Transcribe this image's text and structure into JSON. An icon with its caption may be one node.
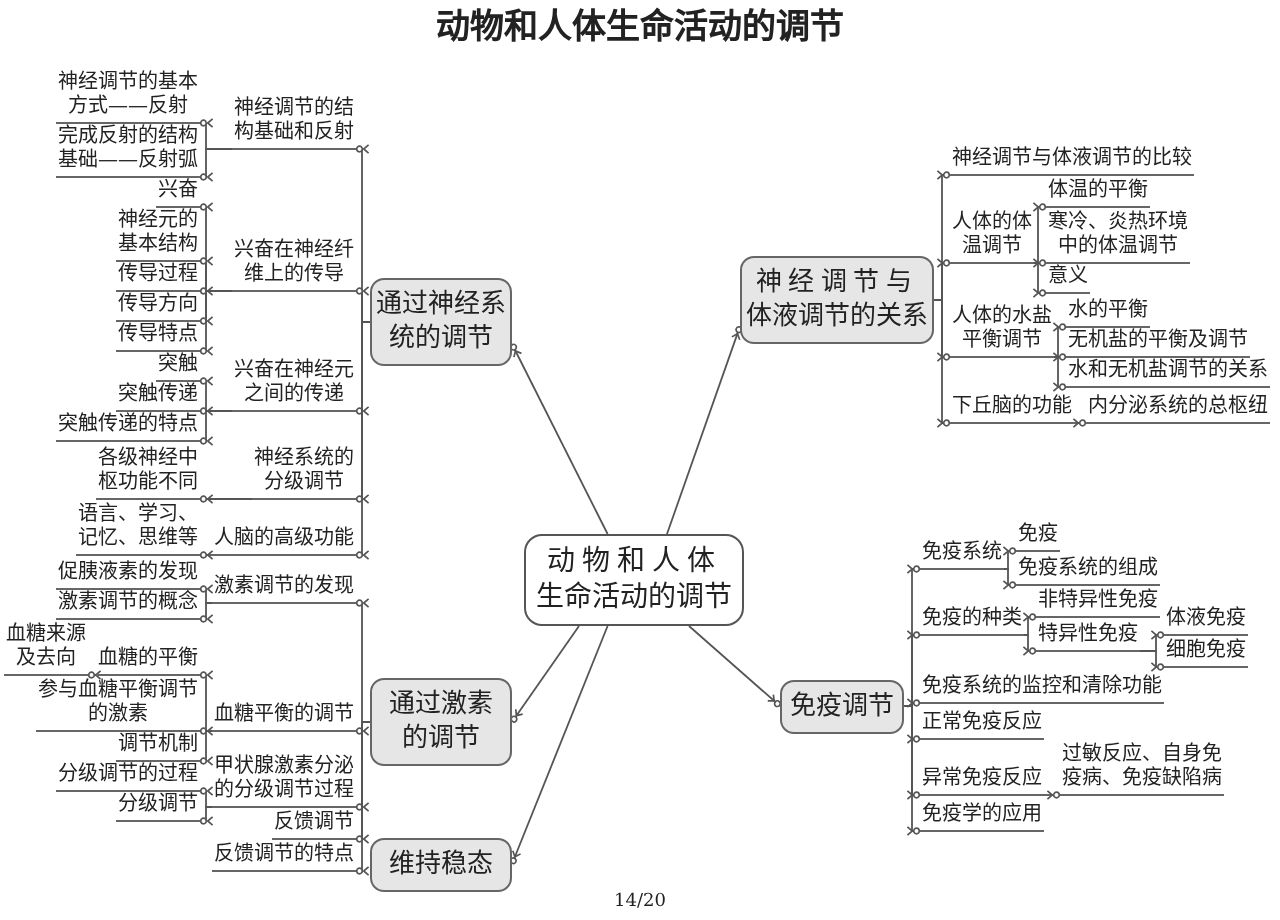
{
  "diagram": {
    "title": "动物和人体生命活动的调节",
    "nodes": [
      {
        "text": [
          "动物和人体生命活动的调节"
        ]
      },
      {
        "text": [
          "通过神经系统的调节"
        ]
      },
      {
        "text": [
          "神经调节的结构基础和反射"
        ]
      },
      {
        "text": [
          "神经调节的基本方式——反射"
        ]
      },
      {
        "text": [
          "完成反射的结构基础——反射弧"
        ]
      },
      {
        "text": [
          "兴奋在神经纤维上的传导"
        ]
      },
      {
        "text": [
          "兴奋"
        ]
      },
      {
        "text": [
          "神经元的基本结构"
        ]
      },
      {
        "text": [
          "传导过程"
        ]
      },
      {
        "text": [
          "传导方向"
        ]
      },
      {
        "text": [
          "传导特点"
        ]
      },
      {
        "text": [
          "兴奋在神经元之间的传递"
        ]
      },
      {
        "text": [
          "突触"
        ]
      },
      {
        "text": [
          "突触传递"
        ]
      },
      {
        "text": [
          "突触传递的特点"
        ]
      },
      {
        "text": [
          "神经系统的分级调节"
        ]
      },
      {
        "text": [
          "各级神经中枢功能不同"
        ]
      },
      {
        "text": [
          "人脑的高级功能"
        ]
      },
      {
        "text": [
          "语言、学习、记忆、思维等"
        ]
      },
      {
        "text": [
          "神经调节与体液调节的关系"
        ]
      },
      {
        "text": [
          "神经调节与体液调节的比较"
        ]
      },
      {
        "text": [
          "人体的体温调节"
        ]
      },
      {
        "text": [
          "体温的平衡"
        ]
      },
      {
        "text": [
          "寒冷、炎热环境中的体温调节"
        ]
      },
      {
        "text": [
          "意义"
        ]
      },
      {
        "text": [
          "人体的水盐平衡调节"
        ]
      },
      {
        "text": [
          "水的平衡"
        ]
      },
      {
        "text": [
          "无机盐的平衡及调节"
        ]
      },
      {
        "text": [
          "水和无机盐调节的关系"
        ]
      },
      {
        "text": [
          "下丘脑的功能"
        ]
      },
      {
        "text": [
          "内分泌系统的总枢纽"
        ]
      },
      {
        "text": [
          "通过激素的调节"
        ]
      },
      {
        "text": [
          "激素调节的发现"
        ]
      },
      {
        "text": [
          "促胰液素的发现"
        ]
      },
      {
        "text": [
          "激素调节的概念"
        ]
      },
      {
        "text": [
          "血糖平衡的调节"
        ]
      },
      {
        "text": [
          "血糖的平衡"
        ]
      },
      {
        "text": [
          "血糖来源及去向"
        ]
      },
      {
        "text": [
          "参与血糖平衡调节的激素"
        ]
      },
      {
        "text": [
          "调节机制"
        ]
      },
      {
        "text": [
          "甲状腺激素分泌的分级调节过程"
        ]
      },
      {
        "text": [
          "分级调节的过程"
        ]
      },
      {
        "text": [
          "分级调节"
        ]
      },
      {
        "text": [
          "反馈调节"
        ]
      },
      {
        "text": [
          "反馈调节的特点"
        ]
      },
      {
        "text": [
          "维持稳态"
        ]
      },
      {
        "text": [
          "免疫调节"
        ]
      },
      {
        "text": [
          "免疫系统"
        ]
      },
      {
        "text": [
          "免疫"
        ]
      },
      {
        "text": [
          "免疫系统的组成"
        ]
      },
      {
        "text": [
          "免疫的种类"
        ]
      },
      {
        "text": [
          "非特异性免疫"
        ]
      },
      {
        "text": [
          "特异性免疫"
        ]
      },
      {
        "text": [
          "体液免疫"
        ]
      },
      {
        "text": [
          "细胞免疫"
        ]
      },
      {
        "text": [
          "免疫系统的监控和清除功能"
        ]
      },
      {
        "text": [
          "正常免疫反应"
        ]
      },
      {
        "text": [
          "异常免疫反应"
        ]
      },
      {
        "text": [
          "过敏反应、自身免疫病、免疫缺陷病"
        ]
      },
      {
        "text": [
          "免疫学的应用"
        ]
      }
    ],
    "edges": [
      {
        "from": 0,
        "to": 1,
        "arrow": "to"
      },
      {
        "from": 0,
        "to": 19,
        "arrow": "to"
      },
      {
        "from": 0,
        "to": 31,
        "arrow": "to"
      },
      {
        "from": 0,
        "to": 45,
        "arrow": "to"
      },
      {
        "from": 0,
        "to": 46,
        "arrow": "to"
      },
      {
        "from": 1,
        "to": 2,
        "arrow": "to"
      },
      {
        "from": 2,
        "to": 3,
        "arrow": "to"
      },
      {
        "from": 2,
        "to": 4,
        "arrow": "to"
      },
      {
        "from": 1,
        "to": 5,
        "arrow": "to"
      },
      {
        "from": 5,
        "to": 6,
        "arrow": "to"
      },
      {
        "from": 5,
        "to": 7,
        "arrow": "to"
      },
      {
        "from": 5,
        "to": 8,
        "arrow": "to"
      },
      {
        "from": 5,
        "to": 9,
        "arrow": "to"
      },
      {
        "from": 5,
        "to": 10,
        "arrow": "to"
      },
      {
        "from": 1,
        "to": 11,
        "arrow": "to"
      },
      {
        "from": 11,
        "to": 12,
        "arrow": "to"
      },
      {
        "from": 11,
        "to": 13,
        "arrow": "to"
      },
      {
        "from": 11,
        "to": 14,
        "arrow": "to"
      },
      {
        "from": 1,
        "to": 15,
        "arrow": "to"
      },
      {
        "from": 15,
        "to": 16,
        "arrow": "to"
      },
      {
        "from": 1,
        "to": 17,
        "arrow": "to"
      },
      {
        "from": 17,
        "to": 18,
        "arrow": "to"
      },
      {
        "from": 19,
        "to": 20,
        "arrow": "to"
      },
      {
        "from": 19,
        "to": 21,
        "arrow": "to"
      },
      {
        "from": 21,
        "to": 22,
        "arrow": "to"
      },
      {
        "from": 21,
        "to": 23,
        "arrow": "to"
      },
      {
        "from": 21,
        "to": 24,
        "arrow": "to"
      },
      {
        "from": 19,
        "to": 25,
        "arrow": "to"
      },
      {
        "from": 25,
        "to": 26,
        "arrow": "to"
      },
      {
        "from": 25,
        "to": 27,
        "arrow": "to"
      },
      {
        "from": 25,
        "to": 28,
        "arrow": "to"
      },
      {
        "from": 19,
        "to": 29,
        "arrow": "to"
      },
      {
        "from": 29,
        "to": 30,
        "arrow": "to"
      },
      {
        "from": 31,
        "to": 32,
        "arrow": "to"
      },
      {
        "from": 32,
        "to": 33,
        "arrow": "to"
      },
      {
        "from": 32,
        "to": 34,
        "arrow": "to"
      },
      {
        "from": 31,
        "to": 35,
        "arrow": "to"
      },
      {
        "from": 35,
        "to": 36,
        "arrow": "to"
      },
      {
        "from": 36,
        "to": 37,
        "arrow": "to"
      },
      {
        "from": 35,
        "to": 38,
        "arrow": "to"
      },
      {
        "from": 35,
        "to": 39,
        "arrow": "to"
      },
      {
        "from": 31,
        "to": 40,
        "arrow": "to"
      },
      {
        "from": 40,
        "to": 41,
        "arrow": "to"
      },
      {
        "from": 40,
        "to": 42,
        "arrow": "to"
      },
      {
        "from": 31,
        "to": 43,
        "arrow": "to"
      },
      {
        "from": 31,
        "to": 44,
        "arrow": "to"
      },
      {
        "from": 46,
        "to": 47,
        "arrow": "to"
      },
      {
        "from": 47,
        "to": 48,
        "arrow": "to"
      },
      {
        "from": 47,
        "to": 49,
        "arrow": "to"
      },
      {
        "from": 46,
        "to": 50,
        "arrow": "to"
      },
      {
        "from": 50,
        "to": 51,
        "arrow": "to"
      },
      {
        "from": 50,
        "to": 52,
        "arrow": "to"
      },
      {
        "from": 52,
        "to": 53,
        "arrow": "to"
      },
      {
        "from": 52,
        "to": 54,
        "arrow": "to"
      },
      {
        "from": 46,
        "to": 55,
        "arrow": "to"
      },
      {
        "from": 46,
        "to": 56,
        "arrow": "to"
      },
      {
        "from": 46,
        "to": 57,
        "arrow": "to"
      },
      {
        "from": 57,
        "to": 58,
        "arrow": "to"
      },
      {
        "from": 46,
        "to": 59,
        "arrow": "to"
      }
    ],
    "labels": [
      "14/20"
    ]
  }
}
